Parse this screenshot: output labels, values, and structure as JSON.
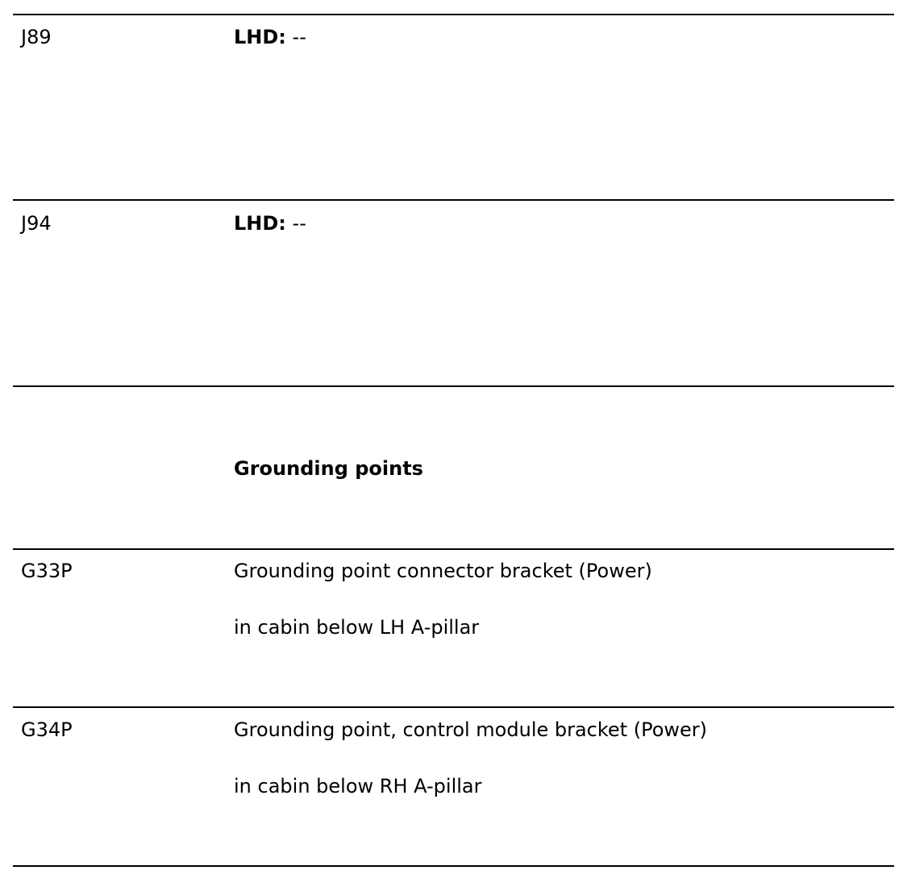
{
  "rows": [
    {
      "code": "J89",
      "side_label": "LHD:",
      "side_value": "--"
    },
    {
      "code": "J94",
      "side_label": "LHD:",
      "side_value": "--"
    }
  ],
  "section_heading": "Grounding points",
  "grounding_points": [
    {
      "code": "G33P",
      "description": "Grounding point connector bracket (Power)",
      "location": "in cabin below LH A-pillar"
    },
    {
      "code": "G34P",
      "description": "Grounding point, control module bracket (Power)",
      "location": "in cabin below RH A-pillar"
    }
  ]
}
